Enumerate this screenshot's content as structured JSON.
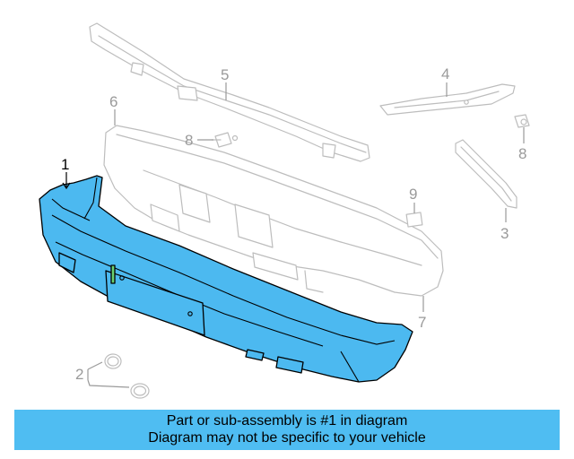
{
  "callouts": {
    "c1": "1",
    "c2": "2",
    "c3": "3",
    "c4": "4",
    "c5": "5",
    "c6": "6",
    "c7": "7",
    "c8a": "8",
    "c8b": "8",
    "c9": "9"
  },
  "banner": {
    "line1": "Part or sub-assembly is #1 in diagram",
    "line2": "Diagram may not be specific to your vehicle"
  },
  "colors": {
    "highlight": "#4cb9f0",
    "banner": "#4fbdf2",
    "ghost_stroke": "#bdbdbd"
  }
}
